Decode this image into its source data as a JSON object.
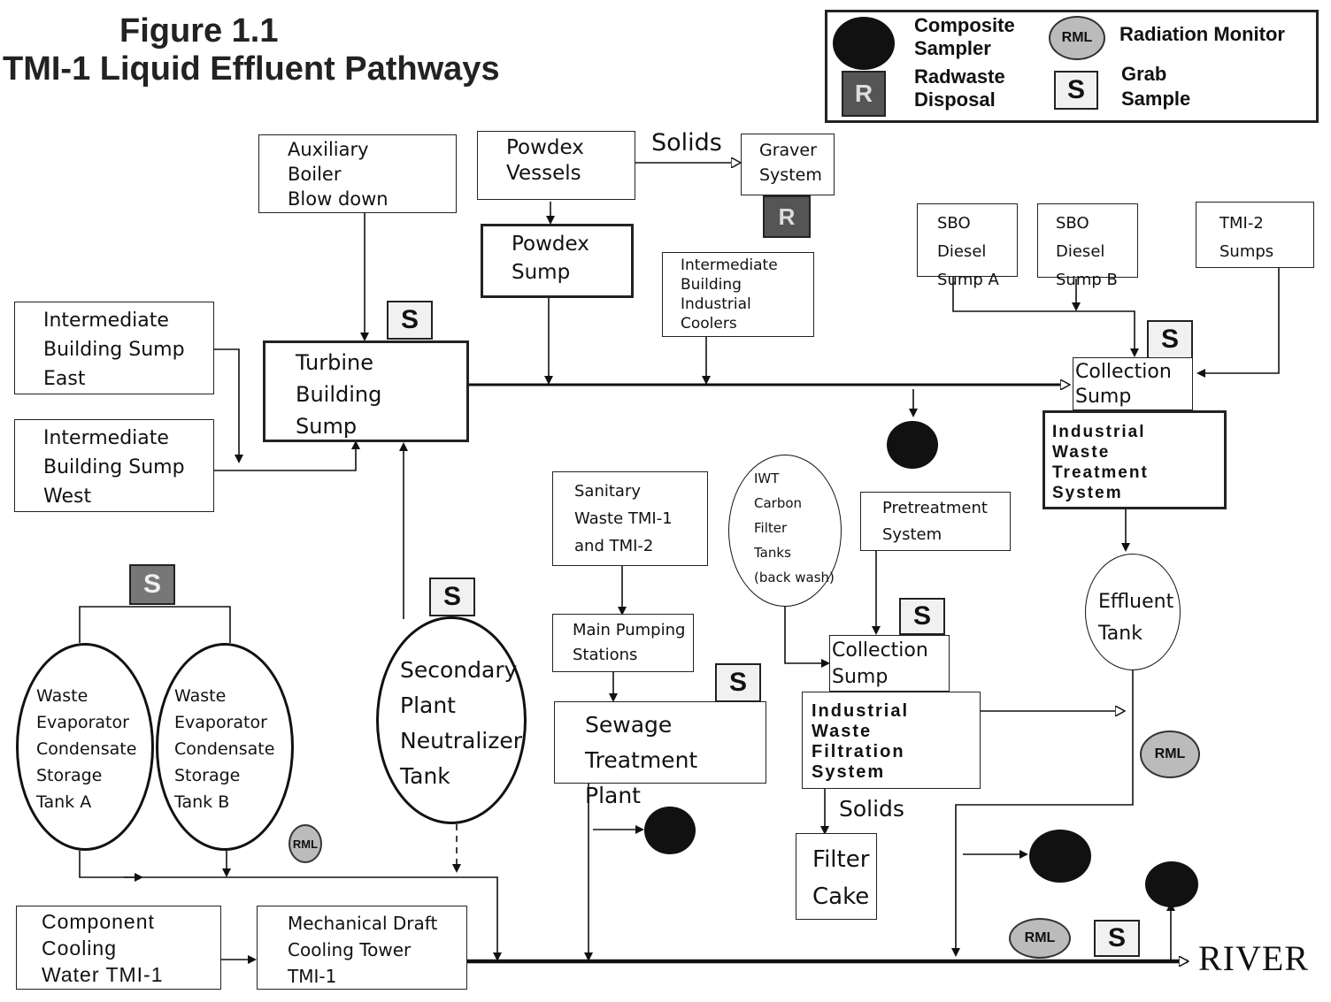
{
  "title": {
    "line1": "Figure 1.1",
    "line2": "TMI-1 Liquid Effluent Pathways"
  },
  "legend": {
    "composite": "Composite\nSampler",
    "radwaste": "Radwaste\nDisposal",
    "rml_label": "Radiation Monitor",
    "grab": "Grab\nSample",
    "rml_symbol": "RML",
    "r_symbol": "R",
    "s_symbol": "S"
  },
  "symbols": {
    "s": "S",
    "r": "R",
    "rml": "RML"
  },
  "nodes": {
    "auxiliary_boiler": "Auxiliary\nBoiler\nBlow down",
    "powdex_vessels": "Powdex\nVessels",
    "solids_top": "Solids",
    "graver_system": "Graver\nSystem",
    "powdex_sump": "Powdex\nSump",
    "ib_industrial_coolers": "Intermediate\nBuilding\nIndustrial\nCoolers",
    "sbo_a": "SBO Diesel\nSump A",
    "sbo_b": "SBO Diesel\nSump B",
    "tmi2_sumps": "TMI-2\nSumps",
    "ib_sump_east": "Intermediate\nBuilding Sump\nEast",
    "ib_sump_west": "Intermediate\nBuilding Sump\nWest",
    "turbine_sump": "Turbine\nBuilding\nSump",
    "collection_sump_top": "Collection\nSump",
    "iwts": "Industrial\nWaste\nTreatment\nSystem",
    "sanitary_waste": "Sanitary\nWaste TMI-1\nand TMI-2",
    "iwt_carbon": "IWT\nCarbon\nFilter\nTanks\n(back wash)",
    "pretreatment": "Pretreatment\nSystem",
    "effluent_tank": "Effluent\nTank",
    "tank_a": "Waste\nEvaporator\nCondensate\nStorage\nTank A",
    "tank_b": "Waste\nEvaporator\nCondensate\nStorage\nTank B",
    "neutralizer": "Secondary\nPlant\nNeutralizer\nTank",
    "main_pumping": "Main Pumping\nStations",
    "sewage_plant": "Sewage Treatment\nPlant",
    "collection_sump_mid": "Collection\nSump",
    "iwfs": "Industrial\nWaste\nFiltration\nSystem",
    "solids_bottom": "Solids",
    "filter_cake": "Filter\nCake",
    "component_cooling": "Component\nCooling\nWater TMI-1",
    "cooling_tower": "Mechanical Draft\nCooling Tower\nTMI-1",
    "river": "RIVER"
  }
}
